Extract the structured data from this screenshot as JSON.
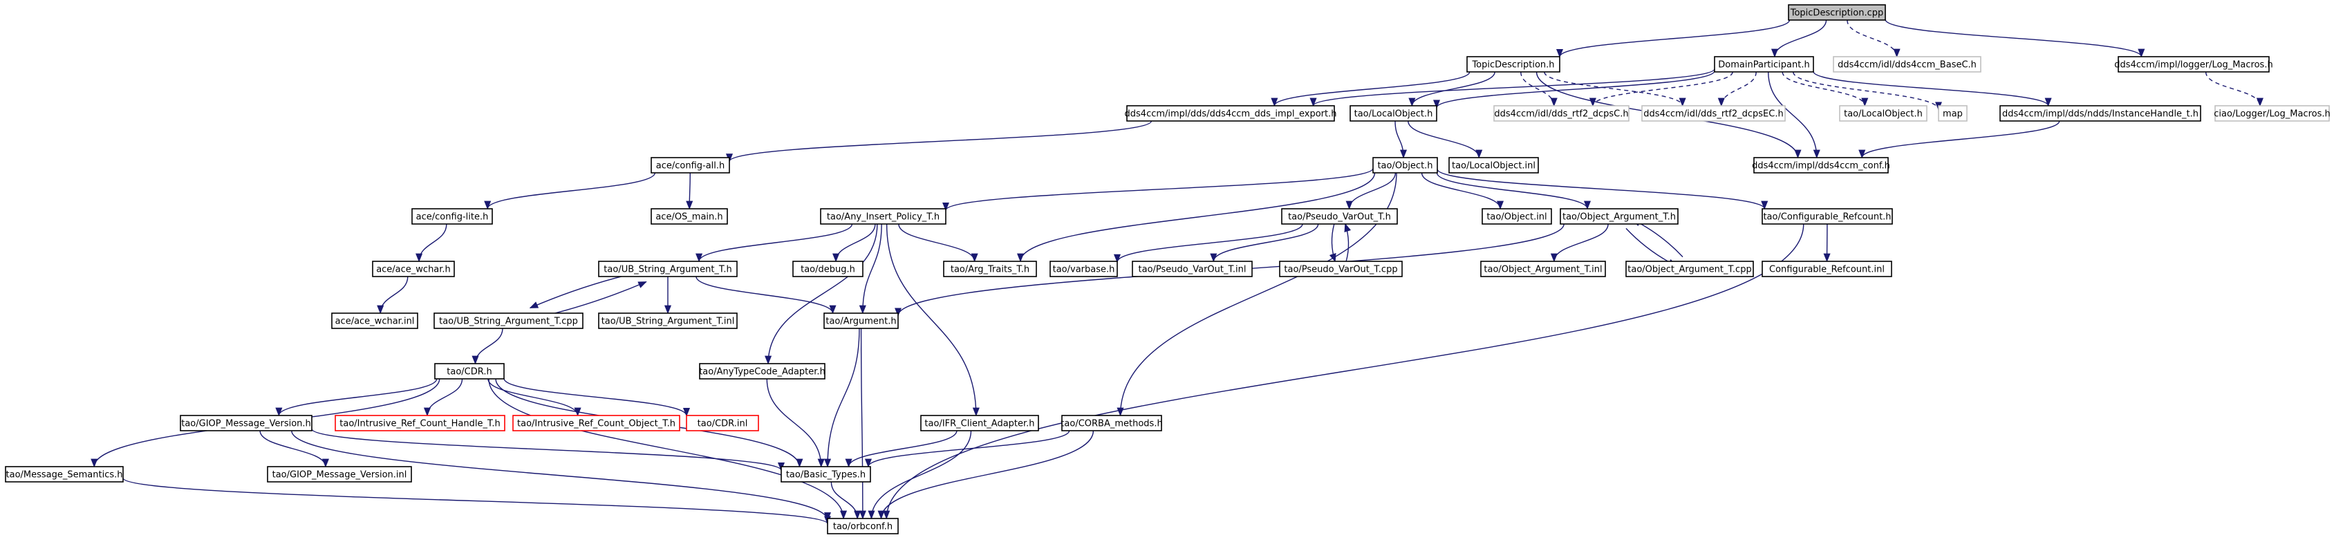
{
  "title": "TopicDescription.cpp",
  "node_kinds": {
    "root": "#bfbfbf",
    "documented": "#000000",
    "undocumented": "#bfbfbf",
    "truncated": "#ff0000"
  },
  "edge_color": "#191970",
  "nodes": [
    {
      "id": "n0",
      "label": "TopicDescription.cpp",
      "kind": "root"
    },
    {
      "id": "n1",
      "label": "TopicDescription.h",
      "kind": "documented"
    },
    {
      "id": "n2",
      "label": "DomainParticipant.h",
      "kind": "documented"
    },
    {
      "id": "n3",
      "label": "dds4ccm/idl/dds4ccm_BaseC.h",
      "kind": "undocumented"
    },
    {
      "id": "n4",
      "label": "dds4ccm/impl/logger/Log_Macros.h",
      "kind": "documented"
    },
    {
      "id": "n5",
      "label": "dds4ccm/impl/dds/dds4ccm_dds_impl_export.h",
      "kind": "documented"
    },
    {
      "id": "n6",
      "label": "tao/LocalObject.h",
      "kind": "documented"
    },
    {
      "id": "n7",
      "label": "dds4ccm/idl/dds_rtf2_dcpsC.h",
      "kind": "undocumented"
    },
    {
      "id": "n8",
      "label": "dds4ccm/idl/dds_rtf2_dcpsEC.h",
      "kind": "undocumented"
    },
    {
      "id": "n9",
      "label": "tao/LocalObject.h",
      "kind": "undocumented"
    },
    {
      "id": "n10",
      "label": "map",
      "kind": "undocumented"
    },
    {
      "id": "n11",
      "label": "dds4ccm/impl/dds/ndds/InstanceHandle_t.h",
      "kind": "documented"
    },
    {
      "id": "n12",
      "label": "ciao/Logger/Log_Macros.h",
      "kind": "undocumented"
    },
    {
      "id": "n13",
      "label": "dds4ccm/impl/dds4ccm_conf.h",
      "kind": "documented"
    },
    {
      "id": "n14",
      "label": "ace/config-all.h",
      "kind": "documented"
    },
    {
      "id": "n15",
      "label": "tao/Object.h",
      "kind": "documented"
    },
    {
      "id": "n16",
      "label": "tao/LocalObject.inl",
      "kind": "documented"
    },
    {
      "id": "n17",
      "label": "ace/config-lite.h",
      "kind": "documented"
    },
    {
      "id": "n18",
      "label": "ace/OS_main.h",
      "kind": "documented"
    },
    {
      "id": "n19",
      "label": "tao/Any_Insert_Policy_T.h",
      "kind": "documented"
    },
    {
      "id": "n20",
      "label": "tao/Pseudo_VarOut_T.h",
      "kind": "documented"
    },
    {
      "id": "n21",
      "label": "tao/Object.inl",
      "kind": "documented"
    },
    {
      "id": "n22",
      "label": "tao/Object_Argument_T.h",
      "kind": "documented"
    },
    {
      "id": "n23",
      "label": "tao/Configurable_Refcount.h",
      "kind": "documented"
    },
    {
      "id": "n24",
      "label": "ace/ace_wchar.h",
      "kind": "documented"
    },
    {
      "id": "n25",
      "label": "tao/UB_String_Argument_T.h",
      "kind": "documented"
    },
    {
      "id": "n26",
      "label": "tao/debug.h",
      "kind": "documented"
    },
    {
      "id": "n27",
      "label": "tao/Arg_Traits_T.h",
      "kind": "documented"
    },
    {
      "id": "n28",
      "label": "tao/varbase.h",
      "kind": "documented"
    },
    {
      "id": "n29",
      "label": "tao/Pseudo_VarOut_T.inl",
      "kind": "documented"
    },
    {
      "id": "n30",
      "label": "tao/Pseudo_VarOut_T.cpp",
      "kind": "documented"
    },
    {
      "id": "n31",
      "label": "tao/Object_Argument_T.inl",
      "kind": "documented"
    },
    {
      "id": "n32",
      "label": "tao/Object_Argument_T.cpp",
      "kind": "documented"
    },
    {
      "id": "n33",
      "label": "Configurable_Refcount.inl",
      "kind": "documented"
    },
    {
      "id": "n34",
      "label": "ace/ace_wchar.inl",
      "kind": "documented"
    },
    {
      "id": "n35",
      "label": "tao/UB_String_Argument_T.cpp",
      "kind": "documented"
    },
    {
      "id": "n36",
      "label": "tao/UB_String_Argument_T.inl",
      "kind": "documented"
    },
    {
      "id": "n37",
      "label": "tao/Argument.h",
      "kind": "documented"
    },
    {
      "id": "n38",
      "label": "tao/CDR.h",
      "kind": "documented"
    },
    {
      "id": "n39",
      "label": "tao/AnyTypeCode_Adapter.h",
      "kind": "documented"
    },
    {
      "id": "n40",
      "label": "tao/GIOP_Message_Version.h",
      "kind": "documented"
    },
    {
      "id": "n41",
      "label": "tao/Intrusive_Ref_Count_Handle_T.h",
      "kind": "truncated"
    },
    {
      "id": "n42",
      "label": "tao/Intrusive_Ref_Count_Object_T.h",
      "kind": "truncated"
    },
    {
      "id": "n43",
      "label": "tao/CDR.inl",
      "kind": "truncated"
    },
    {
      "id": "n44",
      "label": "tao/IFR_Client_Adapter.h",
      "kind": "documented"
    },
    {
      "id": "n45",
      "label": "tao/CORBA_methods.h",
      "kind": "documented"
    },
    {
      "id": "n46",
      "label": "tao/Message_Semantics.h",
      "kind": "documented"
    },
    {
      "id": "n47",
      "label": "tao/GIOP_Message_Version.inl",
      "kind": "documented"
    },
    {
      "id": "n48",
      "label": "tao/Basic_Types.h",
      "kind": "documented"
    },
    {
      "id": "n49",
      "label": "tao/orbconf.h",
      "kind": "documented"
    }
  ]
}
